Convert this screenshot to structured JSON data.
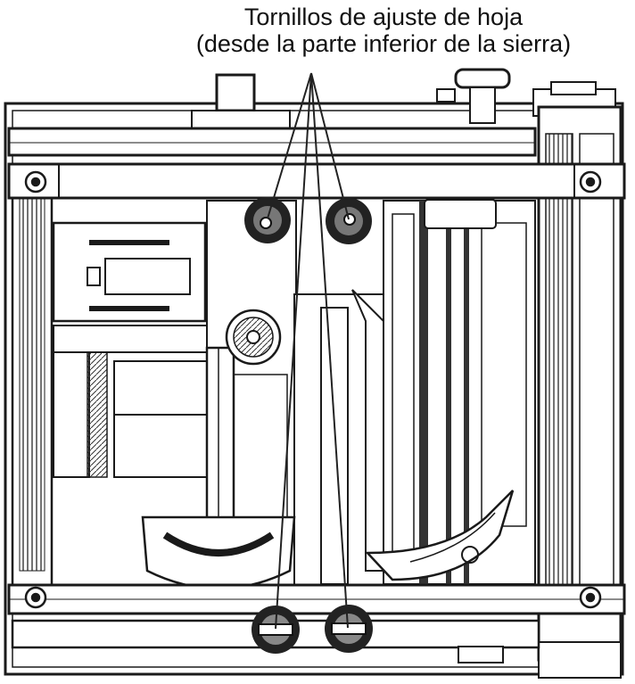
{
  "diagram": {
    "caption": {
      "line1": "Tornillos de ajuste de hoja",
      "line2": "(desde la parte inferior de la sierra)"
    },
    "view": "underside-of-saw",
    "callout_target_count": 4
  }
}
